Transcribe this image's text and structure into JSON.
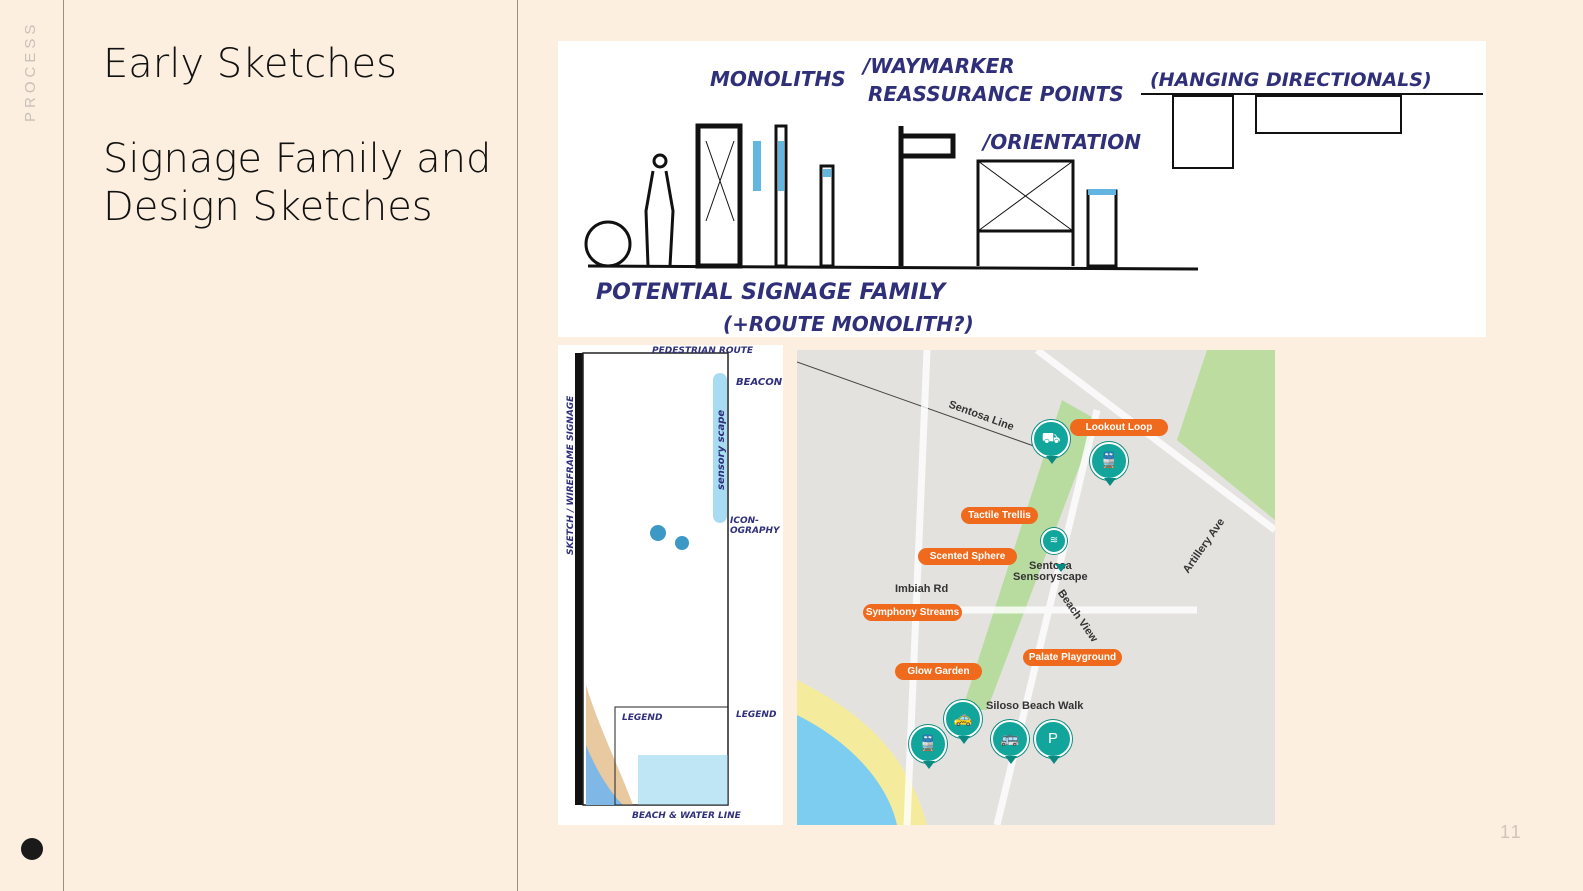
{
  "section_label": "PROCESS",
  "title": "Early Sketches",
  "subtitle_line1": "Signage Family and",
  "subtitle_line2": "Design Sketches",
  "page_number": "11",
  "sketch_top": {
    "labels": {
      "monoliths": "MONOLITHS",
      "waymarker1": "/WAYMARKER",
      "waymarker2": "REASSURANCE POINTS",
      "orientation": "/ORIENTATION",
      "hanging": "(HANGING DIRECTIONALS)",
      "family1": "POTENTIAL SIGNAGE FAMILY",
      "family2": "(+ROUTE MONOLITH?)"
    }
  },
  "sketch_side": {
    "labels": {
      "vertical": "SKETCH / WIREFRAME SIGNAGE",
      "pedestrian": "PEDESTRIAN ROUTE",
      "beacon": "BEACON",
      "sensory": "sensory scape",
      "icon1": "ICON-",
      "icon2": "OGRAPHY",
      "legend_box": "LEGEND",
      "legend": "LEGEND",
      "beach": "BEACH & WATER LINE"
    }
  },
  "map": {
    "streets": {
      "sentosa_line": "Sentosa Line",
      "imbiah": "Imbiah Rd",
      "beach_view": "Beach View",
      "artillery": "Artillery Ave",
      "siloso": "Siloso Beach Walk",
      "sensoryscape1": "Sentosa",
      "sensoryscape2": "Sensoryscape"
    },
    "pills": [
      "Lookout Loop",
      "Tactile Trellis",
      "Scented Sphere",
      "Symphony Streams",
      "Glow Garden",
      "Palate Playground"
    ],
    "accent": "#ef6a1c",
    "pin_color": "#12a59b"
  }
}
